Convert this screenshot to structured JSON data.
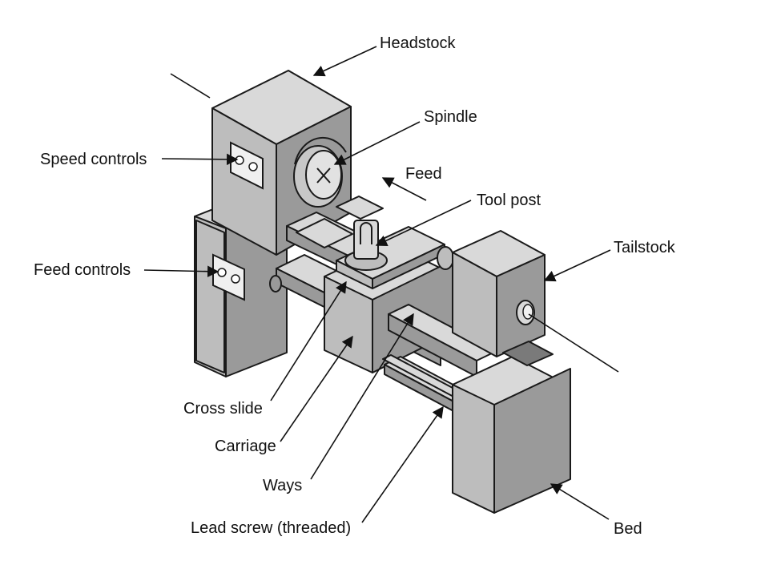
{
  "diagram": {
    "labels": {
      "headstock": "Headstock",
      "spindle": "Spindle",
      "feed": "Feed",
      "tool_post": "Tool post",
      "speed_controls": "Speed controls",
      "tailstock": "Tailstock",
      "feed_controls": "Feed controls",
      "cross_slide": "Cross slide",
      "carriage": "Carriage",
      "ways": "Ways",
      "lead_screw": "Lead screw (threaded)",
      "bed": "Bed"
    }
  }
}
